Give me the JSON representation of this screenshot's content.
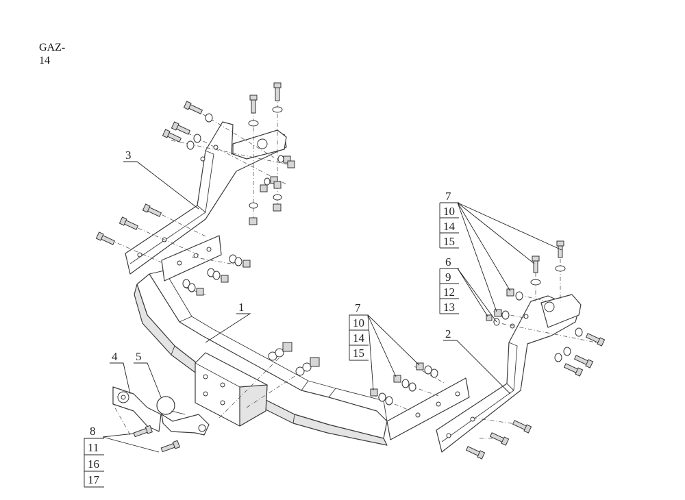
{
  "title": {
    "line1": "GAZ-",
    "line2": "14"
  },
  "callouts": {
    "c1": "1",
    "c2": "2",
    "c3": "3",
    "c4": "4",
    "c5": "5",
    "c6": "6",
    "right_top": [
      "7",
      "10",
      "14",
      "15"
    ],
    "right_mid": [
      "6",
      "9",
      "12",
      "13"
    ],
    "center": [
      "7",
      "10",
      "14",
      "15"
    ],
    "left_bottom": [
      "8",
      "11",
      "16",
      "17"
    ]
  }
}
